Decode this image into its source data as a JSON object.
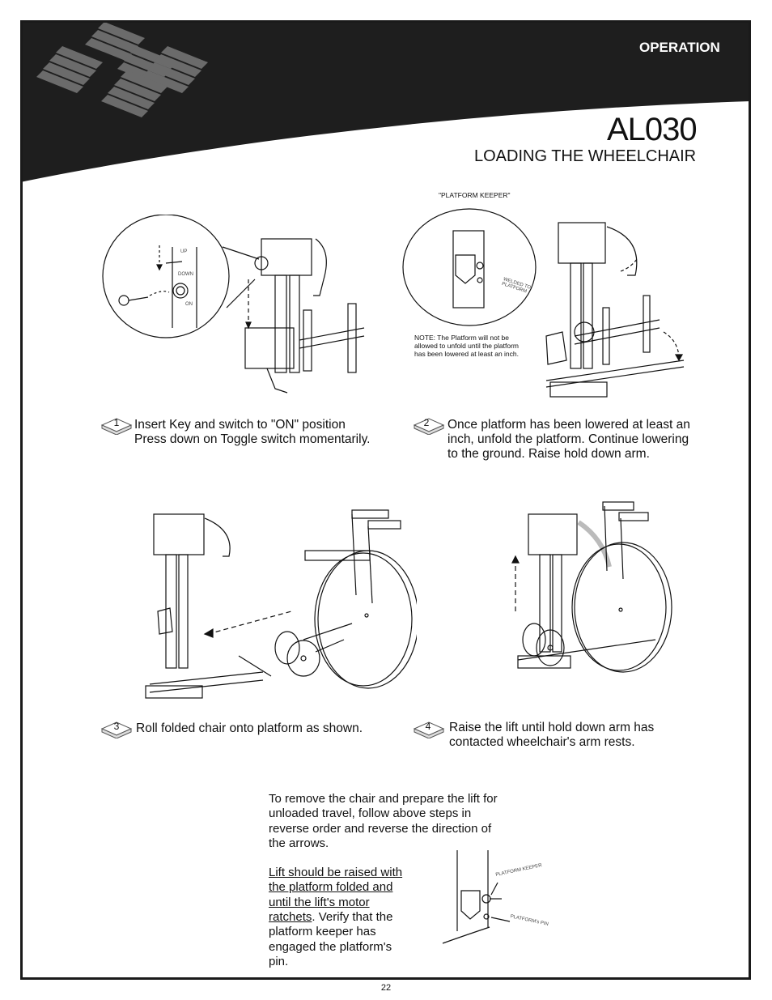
{
  "header": {
    "section": "OPERATION",
    "model": "AL030",
    "title": "LOADING THE WHEELCHAIR"
  },
  "figure1": {
    "label_up": "UP",
    "label_down": "DOWN",
    "label_on": "ON"
  },
  "figure2": {
    "keeper_label": "\"PLATFORM KEEPER\"",
    "welded_label": "WELDED TO PLATFORM",
    "note_line1": "NOTE: The Platform will not be",
    "note_line2": "allowed to unfold until the platform",
    "note_line3": "has been lowered at least an inch."
  },
  "steps": [
    {
      "num": "1",
      "line1": "Insert Key and switch to \"ON\" position",
      "line2": "Press down on Toggle switch momentarily.",
      "line3": ""
    },
    {
      "num": "2",
      "line1": "Once platform has been lowered at least an",
      "line2": "inch, unfold the platform. Continue lowering",
      "line3": "to the ground.  Raise hold down arm."
    },
    {
      "num": "3",
      "line1": "Roll folded chair onto platform as shown.",
      "line2": "",
      "line3": ""
    },
    {
      "num": "4",
      "line1": "Raise the lift until hold down arm has",
      "line2": "contacted wheelchair's arm rests.",
      "line3": ""
    }
  ],
  "remove_note": {
    "para1": "To remove the chair and prepare the lift for unloaded travel, follow above steps in reverse order and reverse the direction of the arrows.",
    "para2_underlined": "Lift should be raised with the platform folded and until the lift's motor ratchets",
    "para2_rest": ". Verify that the platform keeper has engaged the platform's pin."
  },
  "detail": {
    "keeper_label": "PLATFORM KEEPER",
    "pin_label": "PLATFORM's PIN"
  },
  "footer": {
    "page": "22"
  },
  "colors": {
    "header_bg": "#1e1e1e",
    "stripe": "#6b6b6b"
  }
}
